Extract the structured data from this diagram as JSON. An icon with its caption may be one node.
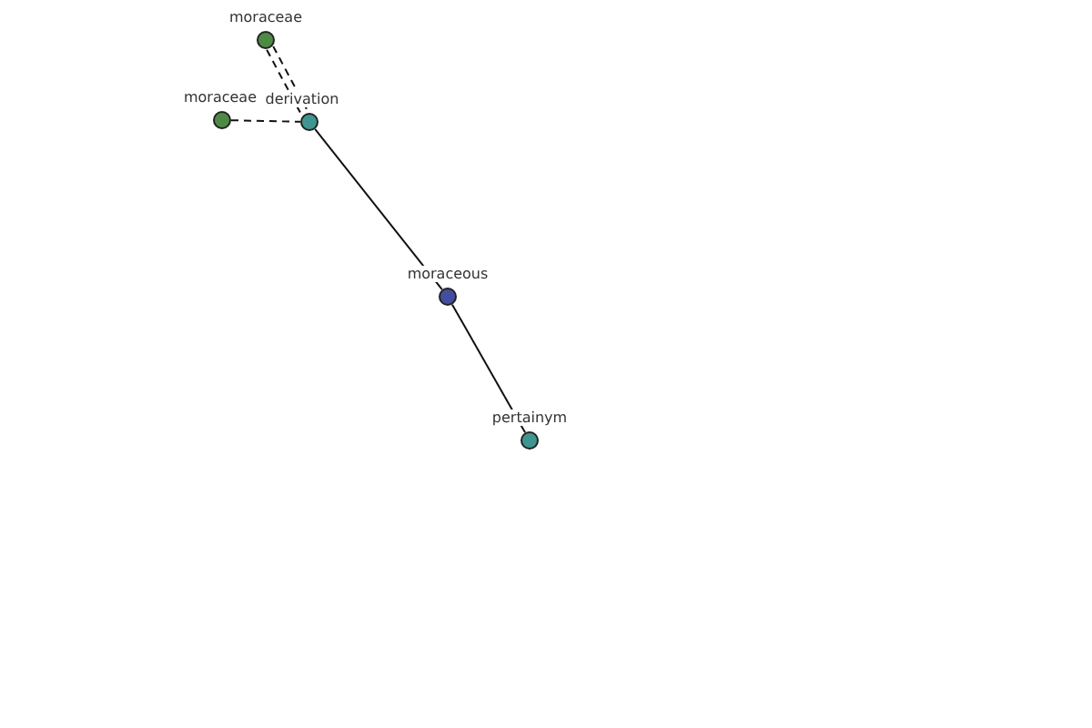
{
  "diagram": {
    "nodes": [
      {
        "text": [],
        "shape": "circle",
        "beside": [
          "moraceae"
        ]
      },
      {
        "text": [],
        "shape": "circle",
        "beside": [
          "moraceae"
        ]
      },
      {
        "text": [],
        "shape": "circle",
        "beside": [
          "derivation"
        ]
      },
      {
        "text": [],
        "shape": "circle",
        "beside": [
          "moraceous"
        ]
      },
      {
        "text": [],
        "shape": "circle",
        "beside": [
          "pertainym"
        ]
      }
    ],
    "edges": [
      {
        "from": 0,
        "to": 2,
        "arrow": "none",
        "style": "dashed"
      },
      {
        "from": 0,
        "to": 2,
        "arrow": "none",
        "style": "dashed"
      },
      {
        "from": 1,
        "to": 2,
        "arrow": "none",
        "style": "dashed"
      },
      {
        "from": 2,
        "to": 3,
        "arrow": "none"
      },
      {
        "from": 3,
        "to": 4,
        "arrow": "none"
      }
    ]
  }
}
